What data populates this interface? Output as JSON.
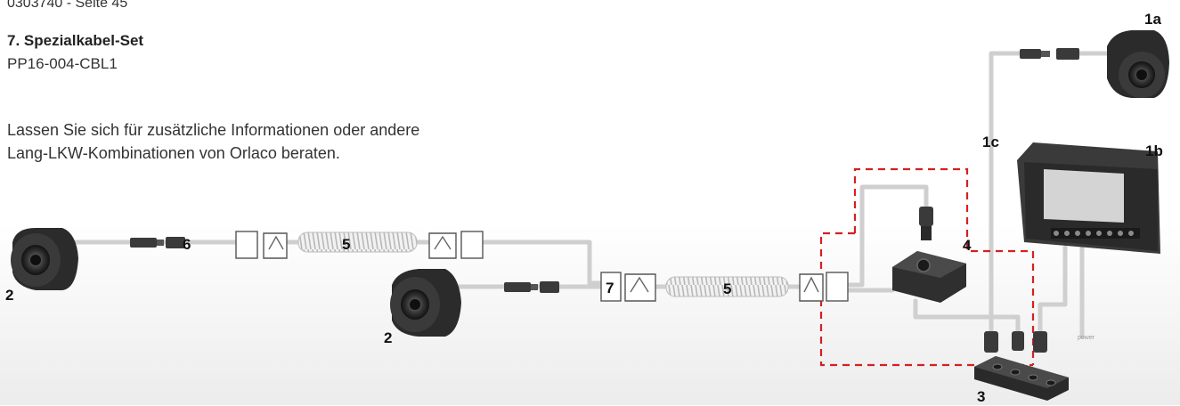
{
  "header": {
    "page_ref": "0303740 - Seite 45"
  },
  "section": {
    "title": "7. Spezialkabel-Set",
    "part_number": "PP16-004-CBL1",
    "note_line1": "Lassen Sie sich für zusätzliche Informationen oder andere",
    "note_line2": "Lang-LKW-Kombinationen von Orlaco beraten."
  },
  "labels": {
    "camera_top": "1a",
    "monitor": "1b",
    "cable_1c": "1c",
    "camera_left": "2",
    "camera_mid": "2",
    "junction_box": "3",
    "splitter_box": "4",
    "spiral_cable_1": "5",
    "spiral_cable_2": "5",
    "extension_cable": "6",
    "coupling_7": "7"
  },
  "monitor_cable_label": "power",
  "colors": {
    "camera": "#2b2b2b",
    "cable": "#cfcfcf",
    "dashed_border": "#d42020",
    "connector": "#3a3a3a"
  }
}
